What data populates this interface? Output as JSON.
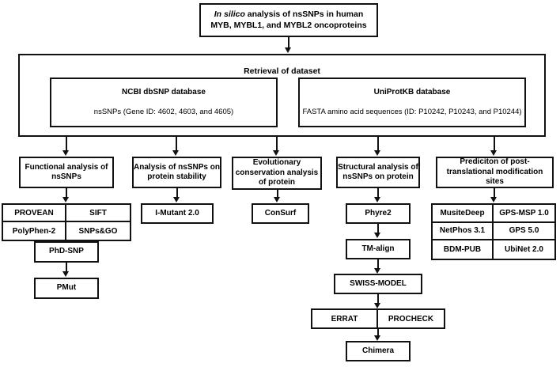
{
  "title": {
    "line1_italic": "In silico",
    "line1_rest": " analysis of nsSNPs in human",
    "line2": "MYB, MYBL1, and MYBL2 oncoproteins"
  },
  "retrieval": {
    "label": "Retrieval of dataset",
    "ncbi": {
      "title": "NCBI dbSNP database",
      "subtitle": "nsSNPs (Gene ID: 4602, 4603, and 4605)"
    },
    "uniprot": {
      "title": "UniProtKB database",
      "subtitle": "FASTA amino acid sequences (ID: P10242, P10243, and P10244)"
    }
  },
  "columns": [
    {
      "id": "functional",
      "header": "Functional analysis of nsSNPs",
      "tools": [
        "PROVEAN",
        "SIFT",
        "PolyPhen-2",
        "SNPs&GO"
      ],
      "followups": [
        "PhD-SNP",
        "PMut"
      ]
    },
    {
      "id": "stability",
      "header": "Analysis of nsSNPs on protein stability",
      "tools": [
        "I-Mutant 2.0"
      ]
    },
    {
      "id": "conservation",
      "header": "Evolutionary conservation analysis of protein",
      "tools": [
        "ConSurf"
      ]
    },
    {
      "id": "structural",
      "header": "Structural analysis of nsSNPs on protein",
      "chain": [
        "Phyre2",
        "TM-align",
        "SWISS-MODEL"
      ],
      "validation": [
        "ERRAT",
        "PROCHECK"
      ],
      "final": "Chimera"
    },
    {
      "id": "ptm",
      "header": "Prediciton of post-translational modification sites",
      "tools": [
        "MusiteDeep",
        "GPS-MSP 1.0",
        "NetPhos 3.1",
        "GPS 5.0",
        "BDM-PUB",
        "UbiNet 2.0"
      ]
    }
  ],
  "colors": {
    "stroke": "#111111",
    "background": "#ffffff",
    "text": "#000000"
  }
}
